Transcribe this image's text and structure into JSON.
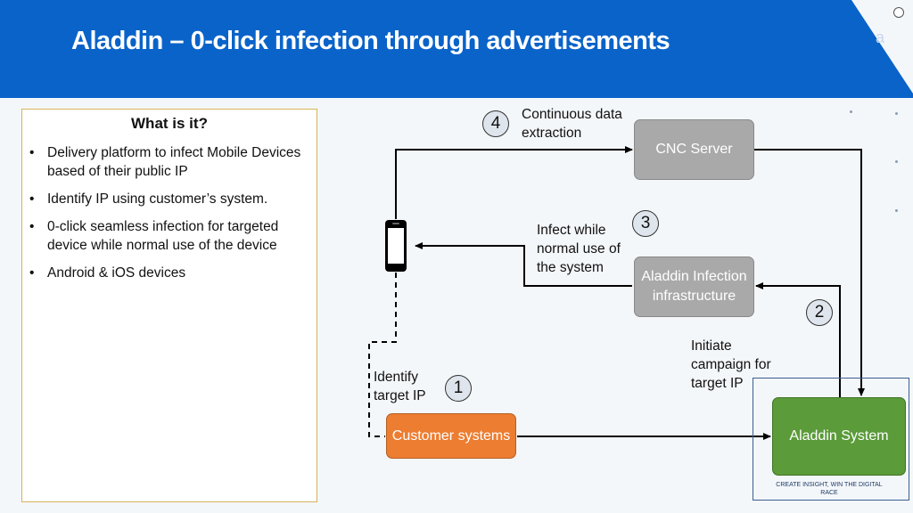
{
  "header": {
    "title": "Aladdin – 0-click infection through advertisements"
  },
  "panel": {
    "title": "What is it?",
    "bullets": [
      "Delivery platform to infect Mobile Devices based of their public IP",
      "Identify IP using customer’s system.",
      "0-click seamless infection for targeted device while normal use of the device",
      "Android & iOS devices"
    ]
  },
  "diagram": {
    "nodes": {
      "cnc": "CNC Server",
      "infection": "Aladdin Infection infrastructure",
      "customer": "Customer systems",
      "aladdin": "Aladdin System"
    },
    "steps": {
      "s1": {
        "number": "1",
        "label": "Identify target IP"
      },
      "s2": {
        "number": "2",
        "label": "Initiate campaign for target IP"
      },
      "s3": {
        "number": "3",
        "label": "Infect while normal use of the system"
      },
      "s4": {
        "number": "4",
        "label": "Continuous data extraction"
      }
    },
    "icons": {
      "device": "smartphone-icon"
    }
  },
  "footer": {
    "tagline": "CREATE INSIGHT, WIN THE DIGITAL RACE"
  },
  "colors": {
    "header": "#0a63c9",
    "node_grey": "#a9a9a9",
    "node_orange": "#ed7d31",
    "node_green": "#5b9b3a",
    "panel_border": "#d8b25a"
  }
}
